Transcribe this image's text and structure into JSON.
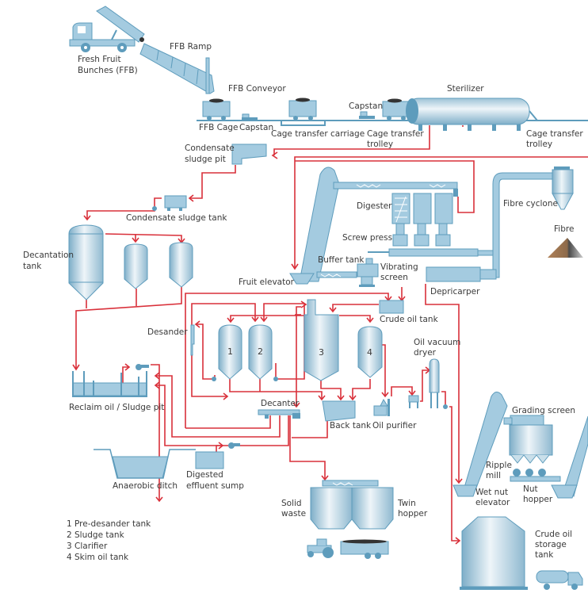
{
  "title": "Palm oil mill process flow",
  "colors": {
    "equipment": "#a4cbe0",
    "equipment_stroke": "#5e9cbc",
    "flow_line": "#d9303a",
    "fibre": "#9a7048",
    "text": "#3a3a3a"
  },
  "labels": {
    "ffb": "Fresh Fruit\nBunches (FFB)",
    "ffb_line1": "Fresh Fruit",
    "ffb_line2": "Bunches (FFB)",
    "ffb_ramp": "FFB Ramp",
    "ffb_conveyor": "FFB Conveyor",
    "ffb_cage": "FFB Cage",
    "capstan_1": "Capstan",
    "cage_transfer_carriage": "Cage transfer carriage",
    "capstan_2": "Capstan",
    "cage_transfer_trolley_1_l1": "Cage transfer",
    "cage_transfer_trolley_1_l2": "trolley",
    "sterilizer": "Sterilizer",
    "cage_transfer_trolley_2_l1": "Cage transfer",
    "cage_transfer_trolley_2_l2": "trolley",
    "condensate_pit_l1": "Condensate",
    "condensate_pit_l2": "sludge pit",
    "condensate_tank": "Condensate sludge tank",
    "decantation_l1": "Decantation",
    "decantation_l2": "tank",
    "digester": "Digester",
    "screw_press": "Screw press",
    "buffer_tank": "Buffer tank",
    "vibrating_l1": "Vibrating",
    "vibrating_l2": "screen",
    "fruit_elevator": "Fruit elevator",
    "fibre_cyclone": "Fibre cyclone",
    "fibre": "Fibre",
    "depricarper": "Depricarper",
    "crude_oil_tank": "Crude oil tank",
    "desander": "Desander",
    "tank_1": "1",
    "tank_2": "2",
    "tank_3": "3",
    "tank_4": "4",
    "oil_vacuum_l1": "Oil vacuum",
    "oil_vacuum_l2": "dryer",
    "reclaim_pit": "Reclaim oil / Sludge pit",
    "decanter": "Decanter",
    "back_tank": "Back tank",
    "oil_purifier": "Oil purifier",
    "anaerobic_ditch": "Anaerobic ditch",
    "digested_l1": "Digested",
    "digested_l2": "effluent sump",
    "grading_screen": "Grading screen",
    "ripple_l1": "Ripple",
    "ripple_l2": "mill",
    "wet_nut_l1": "Wet nut",
    "wet_nut_l2": "elevator",
    "nut_hopper_l1": "Nut",
    "nut_hopper_l2": "hopper",
    "solid_waste_l1": "Solid",
    "solid_waste_l2": "waste",
    "twin_hopper_l1": "Twin",
    "twin_hopper_l2": "hopper",
    "crude_storage_l1": "Crude oil",
    "crude_storage_l2": "storage",
    "crude_storage_l3": "tank"
  },
  "legend": [
    "1 Pre-desander tank",
    "2 Sludge tank",
    "3 Clarifier",
    "4 Skim oil tank"
  ]
}
